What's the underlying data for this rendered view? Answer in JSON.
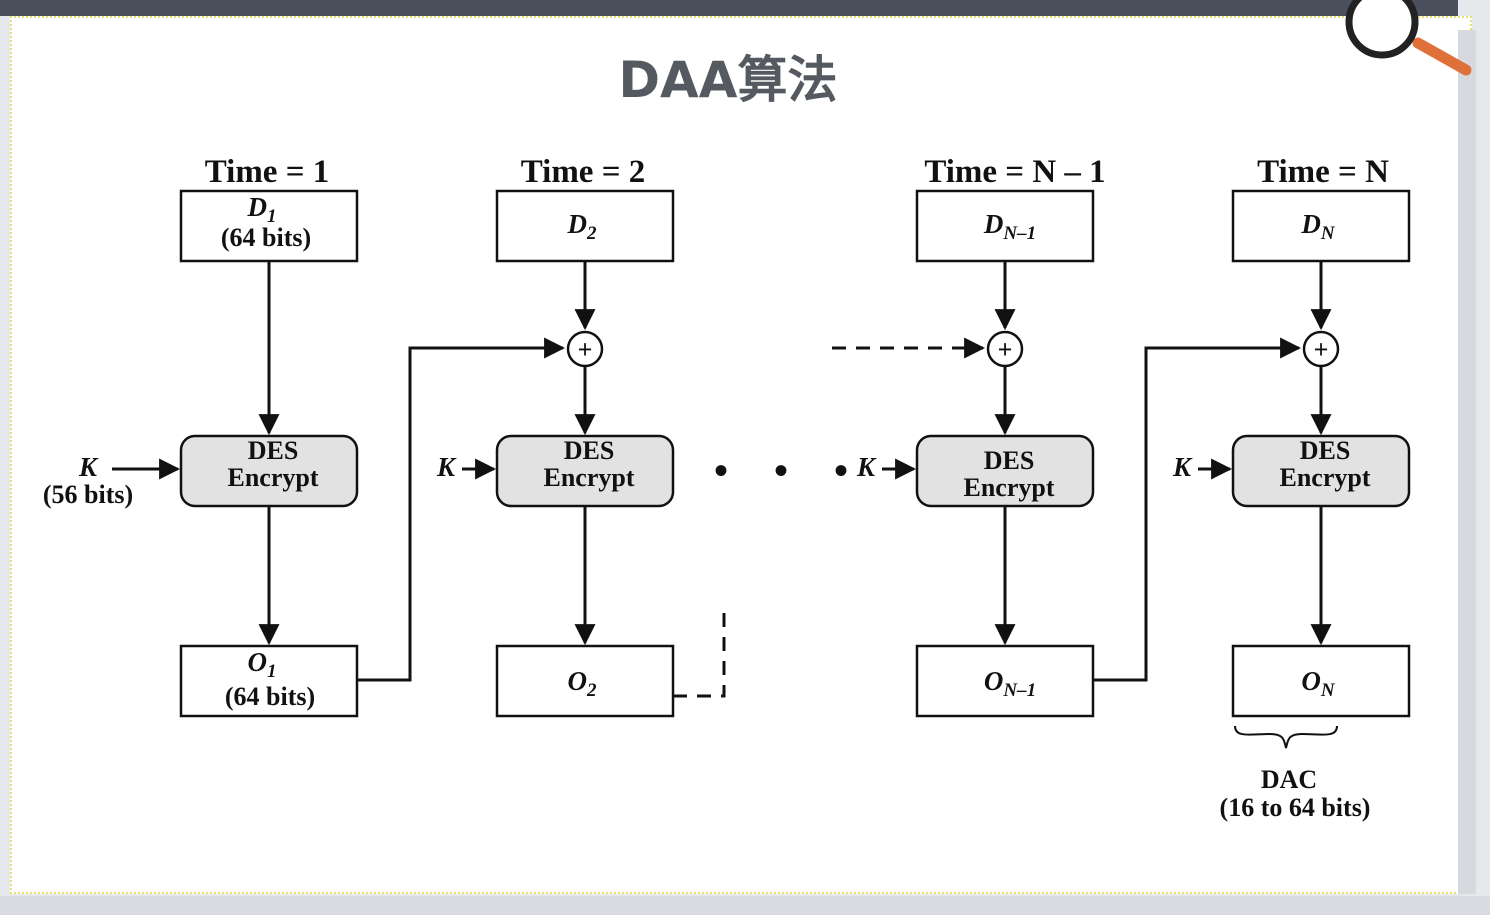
{
  "slide": {
    "title": "DAA算法"
  },
  "stages": [
    {
      "time_label": "Time = 1",
      "d_main": "D",
      "d_sub": "1",
      "d_note": "(64 bits)",
      "des_line1": "DES",
      "des_line2": "Encrypt",
      "key": "K",
      "key_note": "(56 bits)",
      "o_main": "O",
      "o_sub": "1",
      "o_note": "(64 bits)"
    },
    {
      "time_label": "Time = 2",
      "d_main": "D",
      "d_sub": "2",
      "des_line1": "DES",
      "des_line2": "Encrypt",
      "key": "K",
      "o_main": "O",
      "o_sub": "2"
    },
    {
      "time_label": "Time = N – 1",
      "d_main": "D",
      "d_sub": "N–1",
      "des_line1": "DES",
      "des_line2": "Encrypt",
      "key": "K",
      "o_main": "O",
      "o_sub": "N–1"
    },
    {
      "time_label": "Time = N",
      "d_main": "D",
      "d_sub": "N",
      "des_line1": "DES",
      "des_line2": "Encrypt",
      "key": "K",
      "o_main": "O",
      "o_sub": "N"
    }
  ],
  "xor_symbol": "+",
  "ellipsis": "• • •",
  "dac": {
    "label": "DAC",
    "note": "(16 to 64 bits)"
  },
  "colors": {
    "title": "#555a60",
    "encrypt_fill": "#e2e2e2",
    "magnifier_handle": "#e0703a"
  },
  "icons": {
    "corner": "magnifier-icon"
  }
}
